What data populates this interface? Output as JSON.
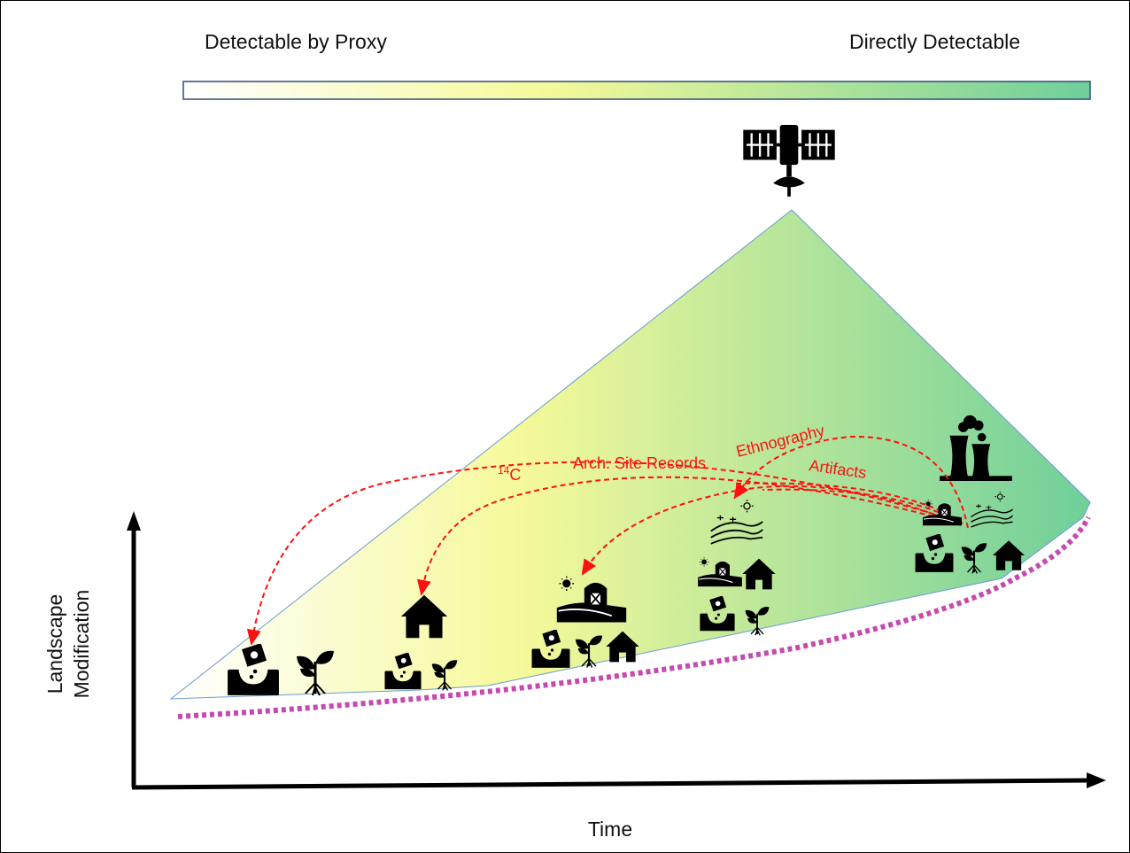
{
  "header": {
    "left_label": "Detectable by Proxy",
    "right_label": "Directly Detectable"
  },
  "colors": {
    "gradient_start": "#ffffff",
    "gradient_mid": "#f7f99a",
    "gradient_end": "#6fcf9a",
    "arrow_red": "#ff1010",
    "dotted_magenta": "#c44ab0",
    "axis": "#000000"
  },
  "axes": {
    "x_label": "Time",
    "y_label_line1": "Landscape",
    "y_label_line2": "Modification"
  },
  "evidence_labels": {
    "c14_super": "14",
    "c14_base": "C",
    "arch_sites": "Arch. Site Records",
    "ethnography": "Ethnography",
    "artifacts": "Artifacts"
  },
  "icons": [
    "satellite-icon",
    "power-plant-icon",
    "seed-planting-icon",
    "plant-sprout-icon",
    "house-icon",
    "barn-field-icon",
    "farm-fields-icon"
  ]
}
